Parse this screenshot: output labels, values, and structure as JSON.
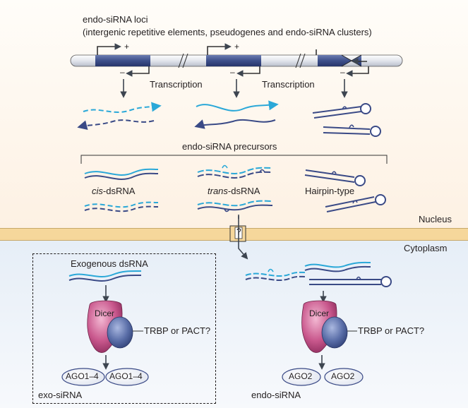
{
  "loci": {
    "title": "endo-siRNA loci",
    "subtitle": "(intergenic repetitive elements, pseudogenes and endo-siRNA clusters)",
    "plus": "+",
    "minus": "–"
  },
  "steps": {
    "transcription_left": "Transcription",
    "transcription_right": "Transcription",
    "precursors": "endo-siRNA precursors"
  },
  "types": {
    "cis_italic": "cis",
    "cis_rest": "-dsRNA",
    "trans_italic": "trans",
    "trans_rest": "-dsRNA",
    "hairpin": "Hairpin-type"
  },
  "compartments": {
    "nucleus": "Nucleus",
    "cytoplasm": "Cytoplasm",
    "pore": "?"
  },
  "exo": {
    "title": "Exogenous dsRNA",
    "dicer": "Dicer",
    "cofactor": "TRBP or PACT?",
    "ago_a": "AGO1–4",
    "ago_b": "AGO1–4",
    "footer": "exo-siRNA"
  },
  "endo": {
    "dicer": "Dicer",
    "cofactor": "TRBP or PACT?",
    "ago_a": "AGO2",
    "ago_b": "AGO2",
    "footer": "endo-siRNA"
  },
  "colors": {
    "light_strand": "#2aa8d8",
    "dark_strand": "#3a4a86",
    "gene_block": "#3d4f8a",
    "dicer": "#c9588d",
    "cofactor": "#5a6ea8",
    "membrane": "#f6d79b"
  }
}
